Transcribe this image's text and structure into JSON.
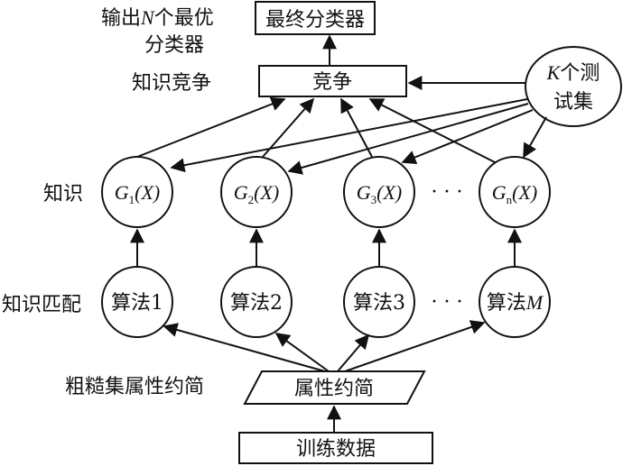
{
  "labels": {
    "output_line1": "输出N个最优",
    "output_line2": "分类器",
    "knowledge_competition": "知识竞争",
    "knowledge": "知识",
    "knowledge_matching": "知识匹配",
    "rough_set_reduction": "粗糙集属性约简"
  },
  "boxes": {
    "final_classifier": "最终分类器",
    "competition": "竞争",
    "attribute_reduction": "属性约简",
    "training_data": "训练数据"
  },
  "test_sets": {
    "line1": "K个测",
    "line2": "试集"
  },
  "knowledge_nodes": [
    {
      "base": "G",
      "sub": "1",
      "arg": "(X)"
    },
    {
      "base": "G",
      "sub": "2",
      "arg": "(X)"
    },
    {
      "base": "G",
      "sub": "3",
      "arg": "(X)"
    },
    {
      "base": "G",
      "sub": "n",
      "arg": "(X)"
    }
  ],
  "algorithm_nodes": [
    "算法1",
    "算法2",
    "算法3",
    "算法M"
  ],
  "ellipsis": "· · ·"
}
